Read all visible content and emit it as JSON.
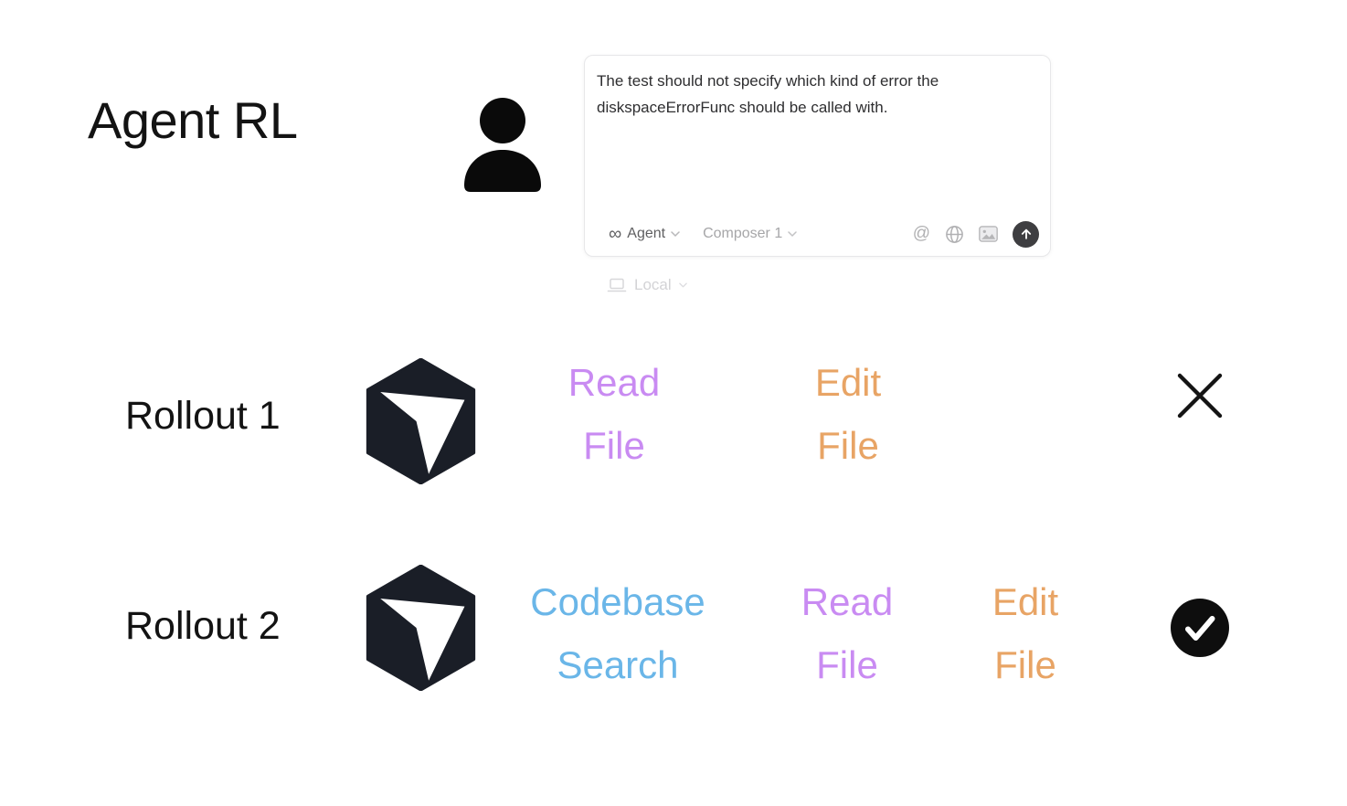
{
  "title": "Agent RL",
  "composer": {
    "prompt_text": "The test should not specify which kind of error the diskspaceErrorFunc should be called with.",
    "mode": {
      "label": "Agent",
      "icon": "infinity-icon",
      "infinity_glyph": "∞"
    },
    "tab": {
      "label": "Composer 1"
    },
    "mention_glyph": "@",
    "env": {
      "label": "Local",
      "icon": "laptop-icon"
    }
  },
  "rollouts": [
    {
      "label": "Rollout 1",
      "outcome": "fail",
      "outcome_icon": "x-mark-icon",
      "tools": [
        {
          "name": "Read File",
          "line1": "Read",
          "line2": "File",
          "color": "#c98bf2"
        },
        {
          "name": "Edit File",
          "line1": "Edit",
          "line2": "File",
          "color": "#e8a465"
        }
      ]
    },
    {
      "label": "Rollout 2",
      "outcome": "success",
      "outcome_icon": "check-mark-icon",
      "tools": [
        {
          "name": "Codebase Search",
          "line1": "Codebase",
          "line2": "Search",
          "color": "#6ab6e8"
        },
        {
          "name": "Read File",
          "line1": "Read",
          "line2": "File",
          "color": "#c98bf2"
        },
        {
          "name": "Edit File",
          "line1": "Edit",
          "line2": "File",
          "color": "#e8a465"
        }
      ]
    }
  ],
  "colors": {
    "tool_read": "#c98bf2",
    "tool_edit": "#e8a465",
    "tool_search": "#6ab6e8",
    "cube_dark": "#1a1e27",
    "send_button_bg": "#3e3e41",
    "mark_black": "#141414",
    "muted_gray": "#a6a6a8",
    "faint_gray": "#d3d3d6"
  }
}
